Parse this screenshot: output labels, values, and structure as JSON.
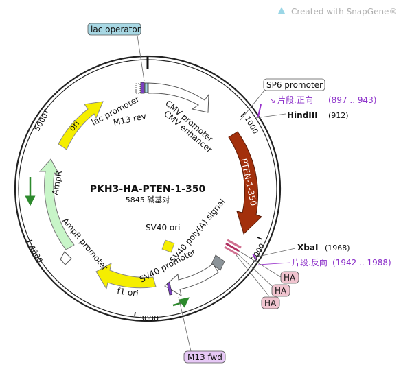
{
  "header": {
    "watermark": "Created with SnapGene®"
  },
  "map": {
    "name": "PKH3-HA-PTEN-1-350",
    "length_label": "5845 碱基对"
  },
  "ticks": [
    "1000",
    "2000",
    "3000",
    "4000",
    "5000"
  ],
  "features": {
    "lac_promoter": "lac promoter",
    "m13_rev": "M13 rev",
    "cmv_promoter": "CMV promoter",
    "cmv_enhancer": "CMV enhancer",
    "pten": "PTEN-1-350",
    "sv40_polya": "SV40 poly(A) signal",
    "sv40_promoter": "SV40 promoter",
    "sv40_ori": "SV40 ori",
    "f1_ori": "f1 ori",
    "ampr_promoter": "AmpR promoter",
    "ampr": "AmpR",
    "ori": "ori"
  },
  "tags": {
    "lac_operator": "lac operator",
    "sp6_promoter": "SP6 promoter",
    "m13_fwd": "M13 fwd",
    "ha1": "HA",
    "ha2": "HA",
    "ha3": "HA"
  },
  "primers": {
    "forward": {
      "label": "片段.正向",
      "range": "(897 .. 943)"
    },
    "reverse": {
      "label": "片段.反向",
      "range": "(1942 .. 1988)"
    }
  },
  "sites": {
    "hindiii": {
      "name": "HindIII",
      "pos": "(912)"
    },
    "xbai": {
      "name": "XbaI",
      "pos": "(1968)"
    }
  },
  "colors": {
    "pten": "#a3300c",
    "ori": "#f5ee00",
    "ampr": "#c8f5c8",
    "primer": "#9933cc",
    "tag_blue": "#a8d8e4",
    "tag_purple": "#e6c8f5",
    "tag_pink": "#f0c4cf",
    "watermark": "#b0b0b0"
  }
}
